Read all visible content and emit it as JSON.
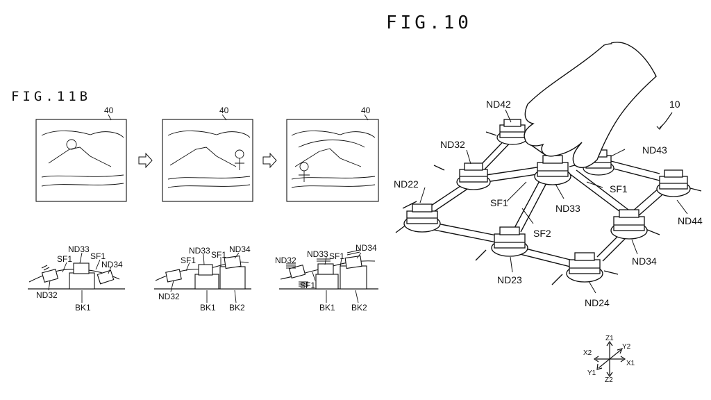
{
  "figures": {
    "fig10": {
      "title": "FIG.10",
      "reference": "10",
      "nodes": [
        "ND42",
        "ND32",
        "ND43",
        "ND22",
        "ND33",
        "ND44",
        "ND23",
        "ND34",
        "ND24"
      ],
      "shafts": [
        "SF1",
        "SF1",
        "SF2"
      ],
      "axes": [
        "Z1",
        "Y2",
        "X2",
        "X1",
        "Y1",
        "Z2"
      ]
    },
    "fig11b": {
      "title": "FIG.11B",
      "panels": [
        {
          "screen_ref": "40",
          "labels": {
            "nd33": "ND33",
            "sf1_a": "SF1",
            "sf1_b": "SF1",
            "nd34": "ND34",
            "nd32": "ND32",
            "bk1": "BK1"
          }
        },
        {
          "screen_ref": "40",
          "labels": {
            "nd33": "ND33",
            "nd34": "ND34",
            "sf1_a": "SF1",
            "sf1_b": "SF1",
            "nd32": "ND32",
            "bk1": "BK1",
            "bk2": "BK2"
          }
        },
        {
          "screen_ref": "40",
          "labels": {
            "nd32": "ND32",
            "nd33": "ND33",
            "sf1_a": "SF1",
            "nd34": "ND34",
            "sf1_b": "SF1",
            "bk1": "BK1",
            "bk2": "BK2"
          }
        }
      ]
    }
  }
}
